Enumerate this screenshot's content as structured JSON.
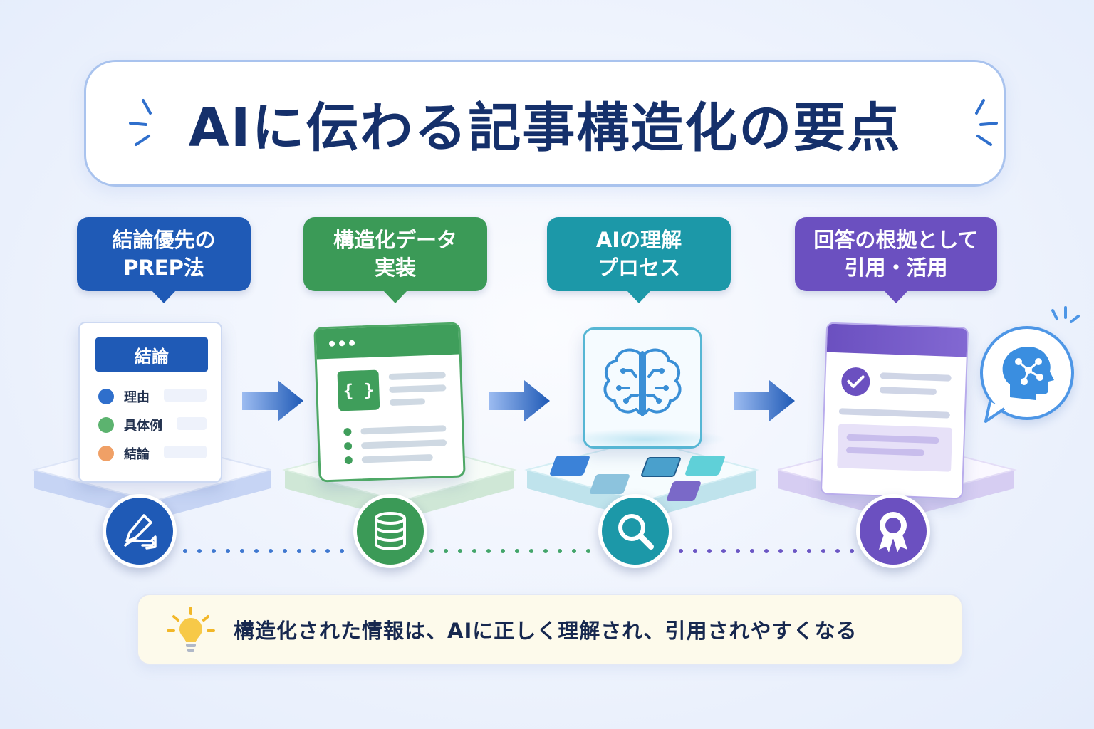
{
  "title": "AIに伝わる記事構造化の要点",
  "steps": [
    {
      "label_line1": "結論優先の",
      "label_line2": "PREP法",
      "color": "#1f5ab6",
      "icon": "pen-hand-icon"
    },
    {
      "label_line1": "構造化データ",
      "label_line2": "実装",
      "color": "#3b9a57",
      "icon": "database-icon"
    },
    {
      "label_line1": "AIの理解",
      "label_line2": "プロセス",
      "color": "#1c98a8",
      "icon": "magnifier-icon"
    },
    {
      "label_line1": "回答の根拠として",
      "label_line2": "引用・活用",
      "color": "#6b50c0",
      "icon": "award-ribbon-icon"
    }
  ],
  "prep_card": {
    "header": "結論",
    "items": [
      {
        "text": "理由",
        "color": "#2f6fcc"
      },
      {
        "text": "具体例",
        "color": "#5cb36f"
      },
      {
        "text": "結論",
        "color": "#f0a066"
      }
    ]
  },
  "code_card": {
    "braces": "{ }"
  },
  "note": {
    "icon": "lightbulb-icon",
    "text": "構造化された情報は、AIに正しく理解され、引用されやすくなる"
  }
}
